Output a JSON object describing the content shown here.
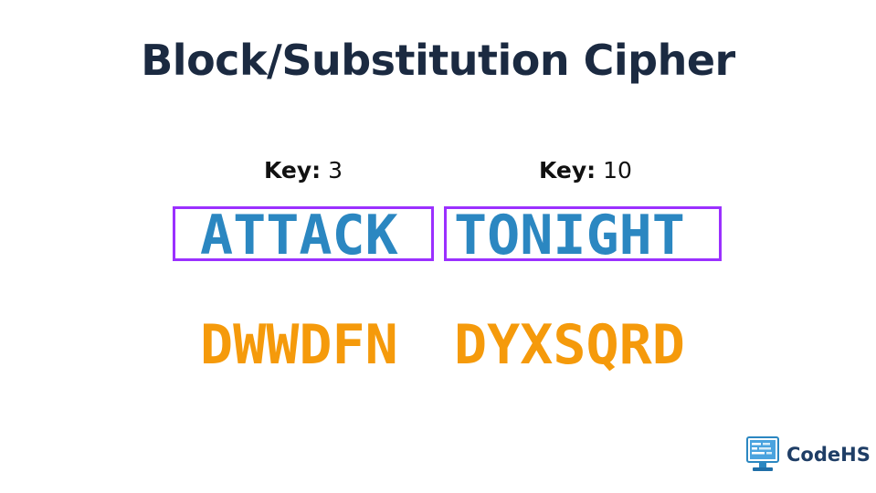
{
  "title": "Block/Substitution Cipher",
  "blocks": [
    {
      "key_label": "Key:",
      "key_value": "3",
      "plaintext": "ATTACK",
      "ciphertext": "DWWDFN"
    },
    {
      "key_label": "Key:",
      "key_value": "10",
      "plaintext": "TONIGHT",
      "ciphertext": "DYXSQRD"
    }
  ],
  "colors": {
    "title": "#1b2a41",
    "plaintext": "#2b87c1",
    "ciphertext": "#f59a0b",
    "block_border": "#9b30ff"
  },
  "logo": {
    "text": "CodeHS",
    "icon": "computer-monitor-icon"
  }
}
